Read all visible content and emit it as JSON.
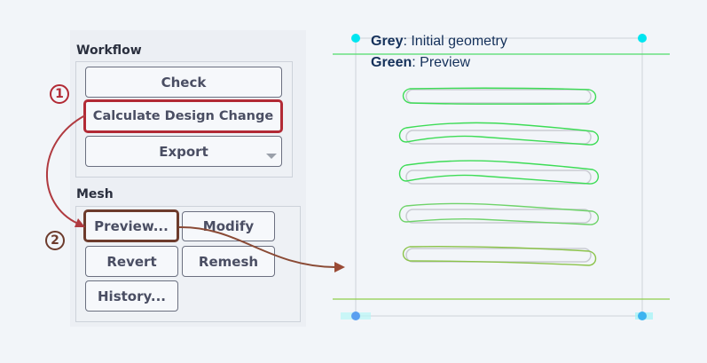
{
  "workflow": {
    "title": "Workflow",
    "buttons": {
      "check": "Check",
      "calculate": "Calculate Design Change",
      "export": "Export"
    }
  },
  "mesh": {
    "title": "Mesh",
    "buttons": {
      "preview": "Preview...",
      "modify": "Modify",
      "revert": "Revert",
      "remesh": "Remesh",
      "history": "History..."
    }
  },
  "steps": {
    "step1": "1",
    "step2": "2"
  },
  "legend": {
    "grey_label": "Grey",
    "grey_text": ": Initial geometry",
    "green_label": "Green",
    "green_text": ": Preview"
  },
  "colors": {
    "step1": "#b22a35",
    "step2": "#6d3b2c",
    "preview_green": "#3ddc56",
    "initial_grey": "#c9ccd2",
    "handle_cyan": "#00e5f0",
    "handle_blue": "#5aa0f0"
  }
}
